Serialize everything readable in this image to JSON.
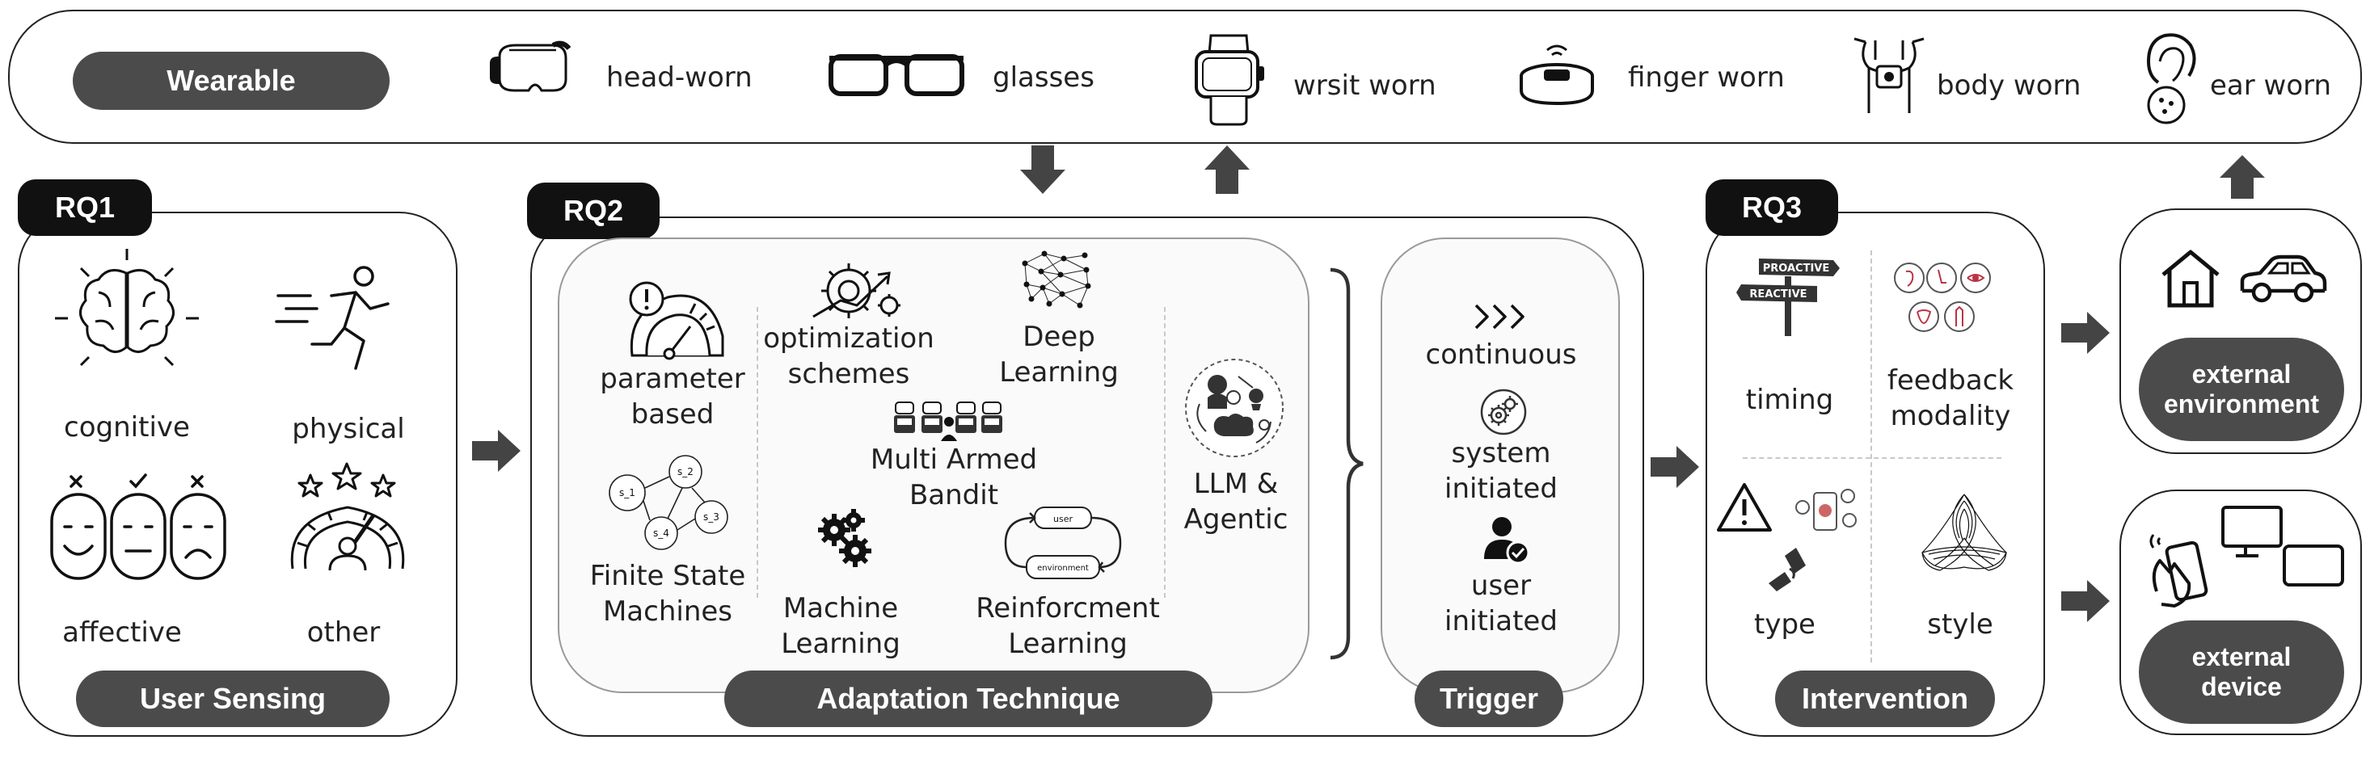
{
  "wearable": {
    "title": "Wearable",
    "items": [
      "head-worn",
      "glasses",
      "wrsit worn",
      "finger worn",
      "body worn",
      "ear worn"
    ]
  },
  "rq1": {
    "tab": "RQ1",
    "title": "User Sensing",
    "items": [
      "cognitive",
      "physical",
      "affective",
      "other"
    ]
  },
  "rq2": {
    "tab": "RQ2",
    "title": "Adaptation Technique",
    "techniques": [
      "parameter\nbased",
      "optimization\nschemes",
      "Deep\nLearning",
      "Multi Armed\nBandit",
      "Finite State\nMachines",
      "Machine\nLearning",
      "Reinforcment\nLearning",
      "LLM &\nAgentic"
    ],
    "diagram_labels": {
      "fsm_states": [
        "s_1",
        "s_2",
        "s_3",
        "s_4"
      ],
      "rl_nodes": [
        "user",
        "environment"
      ],
      "timing_signs": [
        "PROACTIVE",
        "REACTIVE"
      ]
    },
    "trigger": {
      "title": "Trigger",
      "items": [
        "continuous",
        "system\ninitiated",
        "user\ninitiated"
      ]
    }
  },
  "rq3": {
    "tab": "RQ3",
    "title": "Intervention",
    "items": [
      "timing",
      "feedback\nmodality",
      "type",
      "style"
    ]
  },
  "outputs": [
    "external\nenvironment",
    "external\ndevice"
  ]
}
